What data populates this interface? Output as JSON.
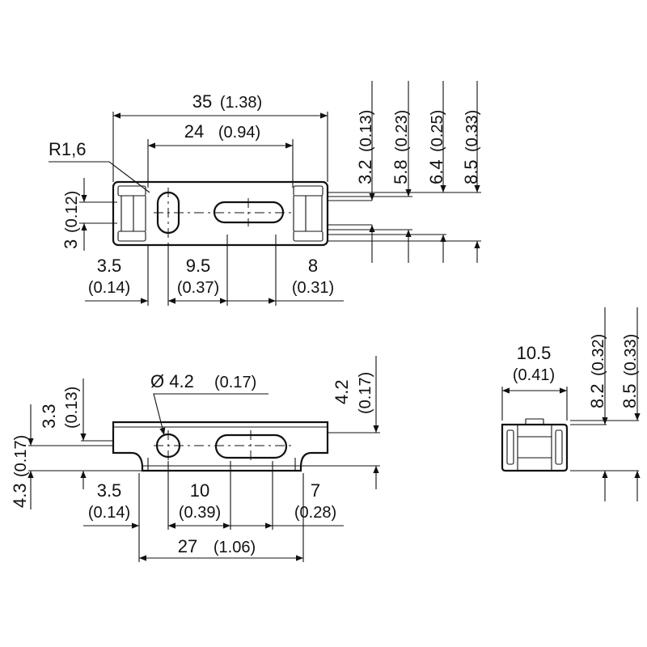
{
  "top_view": {
    "overall_width": {
      "value": "35",
      "inch": "(1.38)"
    },
    "hole_spacing": {
      "value": "24",
      "inch": "(0.94)"
    },
    "radius": "R1,6",
    "left_height": {
      "value": "3",
      "inch": "(0.12)"
    },
    "bottom_dims": [
      {
        "value": "3.5",
        "inch": "(0.14)"
      },
      {
        "value": "9.5",
        "inch": "(0.37)"
      },
      {
        "value": "8",
        "inch": "(0.31)"
      }
    ],
    "right_dims": [
      {
        "value": "3.2",
        "inch": "(0.13)"
      },
      {
        "value": "5.8",
        "inch": "(0.23)"
      },
      {
        "value": "6.4",
        "inch": "(0.25)"
      },
      {
        "value": "8.5",
        "inch": "(0.33)"
      }
    ]
  },
  "front_view": {
    "hole_diameter": {
      "value": "Ø 4.2",
      "inch": "(0.17)"
    },
    "left_dims": [
      {
        "value": "4.3",
        "inch": "(0.17)"
      },
      {
        "value": "3.3",
        "inch": "(0.13)"
      }
    ],
    "right_dim": {
      "value": "4.2",
      "inch": "(0.17)"
    },
    "bottom_dims": [
      {
        "value": "3.5",
        "inch": "(0.14)"
      },
      {
        "value": "10",
        "inch": "(0.39)"
      },
      {
        "value": "7",
        "inch": "(0.28)"
      }
    ],
    "total_width": {
      "value": "27",
      "inch": "(1.06)"
    }
  },
  "side_view": {
    "width": {
      "value": "10.5",
      "inch": "(0.41)"
    },
    "heights": [
      {
        "value": "8.2",
        "inch": "(0.32)"
      },
      {
        "value": "8.5",
        "inch": "(0.33)"
      }
    ]
  }
}
